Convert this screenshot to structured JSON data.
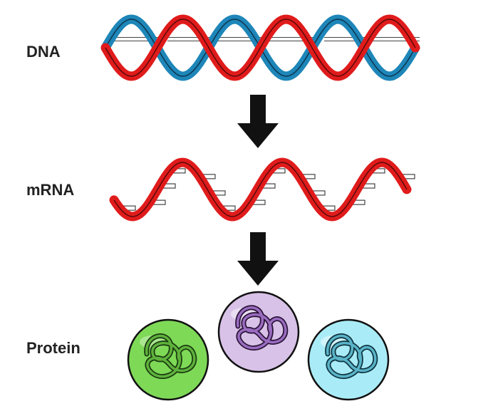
{
  "labels": {
    "dna": "DNA",
    "mrna": "mRNA",
    "protein": "Protein"
  },
  "colors": {
    "dna_strand_a": "#1e86b8",
    "dna_strand_b": "#e01b1b",
    "mrna_strand": "#e01b1b",
    "base_pair": "#ffffff",
    "arrow": "#111111",
    "protein_green": "#7ed957",
    "protein_purple": "#d8c2e8",
    "protein_cyan": "#a9ecf7"
  },
  "icons": {
    "dna_helix": "dna-helix-icon",
    "mrna_strand": "mrna-strand-icon",
    "arrow": "arrow-down-icon",
    "protein": "protein-sphere-icon"
  }
}
